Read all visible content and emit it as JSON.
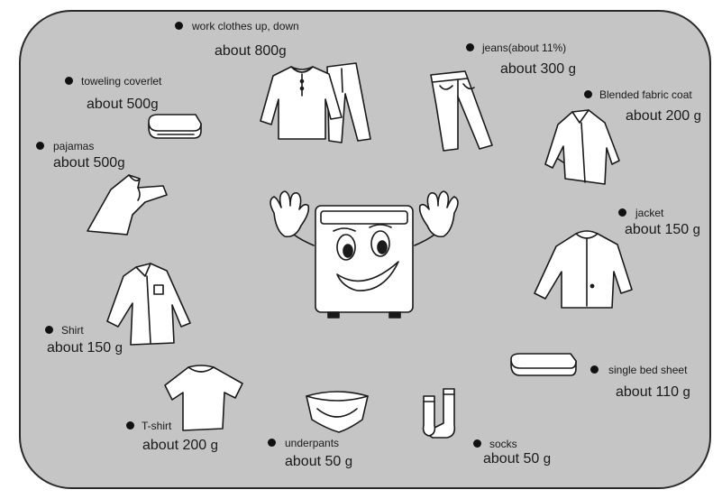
{
  "items": {
    "work_clothes": {
      "label": "work clothes    up, down",
      "amount": "about 800",
      "unit": "g"
    },
    "jeans": {
      "label": "jeans(about 11%)",
      "amount": "about 300  ",
      "unit": "g"
    },
    "toweling_coverlet": {
      "label": "toweling coverlet",
      "amount": "about 500",
      "unit": "g"
    },
    "blended_coat": {
      "label": "Blended fabric coat",
      "amount": "about 200  ",
      "unit": "g"
    },
    "pajamas": {
      "label": "pajamas",
      "amount": "about 500",
      "unit": "g"
    },
    "jacket": {
      "label": "jacket",
      "amount": "about 150  ",
      "unit": "g"
    },
    "shirt": {
      "label": "Shirt",
      "amount": "about 150  ",
      "unit": "g"
    },
    "single_bed_sheet": {
      "label": "single bed sheet",
      "amount": "about 110  ",
      "unit": "g"
    },
    "tshirt": {
      "label": "T-shirt",
      "amount": "about 200  ",
      "unit": "g"
    },
    "underpants": {
      "label": "underpants",
      "amount": "about 50  ",
      "unit": "g"
    },
    "socks": {
      "label": "socks",
      "amount": "about 50  ",
      "unit": "g"
    }
  },
  "icons": {
    "mascot": "washing-machine-mascot-icon",
    "work_clothes": "work-clothes-icon",
    "jeans": "jeans-icon",
    "toweling_coverlet": "folded-towel-icon",
    "blended_coat": "coat-icon",
    "pajamas": "pajamas-icon",
    "jacket": "jacket-icon",
    "shirt": "shirt-icon",
    "single_bed_sheet": "bed-sheet-icon",
    "tshirt": "tshirt-icon",
    "underpants": "underpants-icon",
    "socks": "socks-icon"
  },
  "colors": {
    "panel": "#c5c5c5",
    "ink": "#1a1a1a"
  }
}
